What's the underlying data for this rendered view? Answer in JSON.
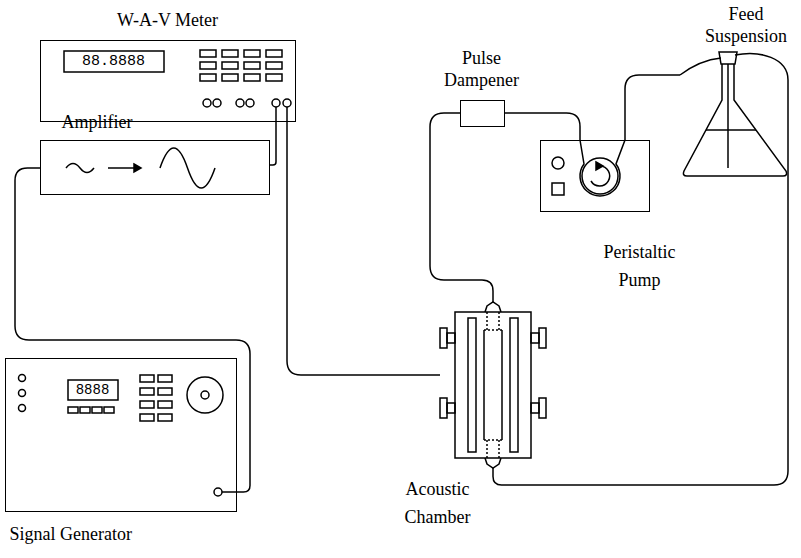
{
  "diagram": {
    "nodes": [
      {
        "text": [
          "W-A-V Meter",
          "88.8888"
        ]
      },
      {
        "text": [
          "Amplifier"
        ]
      },
      {
        "text": [
          "8888",
          "Signal Generator"
        ]
      },
      {
        "text": [
          "Pulse Dampener"
        ]
      },
      {
        "text": [
          "Peristaltic Pump"
        ]
      },
      {
        "text": [
          "Feed Suspension"
        ]
      },
      {
        "text": [
          "Acoustic Chamber"
        ]
      }
    ],
    "edges": [
      {
        "from": 2,
        "to": 1,
        "arrow": "none"
      },
      {
        "from": 1,
        "to": 0,
        "arrow": "none"
      },
      {
        "from": 0,
        "to": 6,
        "arrow": "none"
      },
      {
        "from": 6,
        "to": 3,
        "arrow": "none"
      },
      {
        "from": 3,
        "to": 4,
        "arrow": "none"
      },
      {
        "from": 4,
        "to": 5,
        "arrow": "none"
      },
      {
        "from": 5,
        "to": 6,
        "arrow": "none"
      }
    ]
  }
}
